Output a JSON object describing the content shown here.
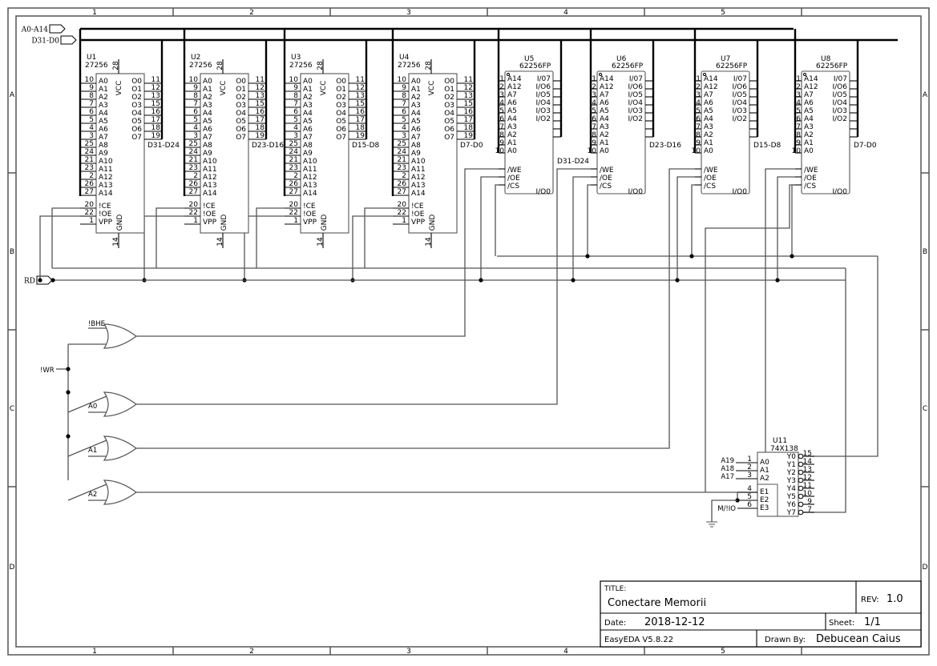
{
  "sheet": {
    "columns": [
      "1",
      "2",
      "3",
      "4",
      "5"
    ],
    "rows": [
      "A",
      "B",
      "C",
      "D"
    ]
  },
  "ports": [
    {
      "name": "A0-A14"
    },
    {
      "name": "D31-D0"
    },
    {
      "name": "RD"
    }
  ],
  "eproms": [
    {
      "ref": "U1",
      "part": "27256",
      "bus_label": "D31-D24"
    },
    {
      "ref": "U2",
      "part": "27256",
      "bus_label": "D23-D16"
    },
    {
      "ref": "U3",
      "part": "27256",
      "bus_label": "D15-D8"
    },
    {
      "ref": "U4",
      "part": "27256",
      "bus_label": "D7-D0"
    }
  ],
  "eprom_pins": {
    "vcc": {
      "num": "28",
      "name": "VCC"
    },
    "gnd": {
      "num": "14",
      "name": "GND"
    },
    "address": [
      {
        "num": "10",
        "name": "A0"
      },
      {
        "num": "9",
        "name": "A1"
      },
      {
        "num": "8",
        "name": "A2"
      },
      {
        "num": "7",
        "name": "A3"
      },
      {
        "num": "6",
        "name": "A4"
      },
      {
        "num": "5",
        "name": "A5"
      },
      {
        "num": "4",
        "name": "A6"
      },
      {
        "num": "3",
        "name": "A7"
      },
      {
        "num": "25",
        "name": "A8"
      },
      {
        "num": "24",
        "name": "A9"
      },
      {
        "num": "21",
        "name": "A10"
      },
      {
        "num": "23",
        "name": "A11"
      },
      {
        "num": "2",
        "name": "A12"
      },
      {
        "num": "26",
        "name": "A13"
      },
      {
        "num": "27",
        "name": "A14"
      }
    ],
    "data": [
      {
        "num": "11",
        "name": "O0"
      },
      {
        "num": "12",
        "name": "O1"
      },
      {
        "num": "13",
        "name": "O2"
      },
      {
        "num": "15",
        "name": "O3"
      },
      {
        "num": "16",
        "name": "O4"
      },
      {
        "num": "17",
        "name": "O5"
      },
      {
        "num": "18",
        "name": "O6"
      },
      {
        "num": "19",
        "name": "O7"
      }
    ],
    "control": [
      {
        "num": "20",
        "name": "!CE"
      },
      {
        "num": "22",
        "name": "!OE"
      },
      {
        "num": "1",
        "name": "VPP"
      }
    ]
  },
  "srams": [
    {
      "ref": "U5",
      "part": "62256FP",
      "bus_label": "D31-D24"
    },
    {
      "ref": "U6",
      "part": "62256FP",
      "bus_label": "D23-D16"
    },
    {
      "ref": "U7",
      "part": "62256FP",
      "bus_label": "D15-D8"
    },
    {
      "ref": "U8",
      "part": "62256FP",
      "bus_label": "D7-D0"
    }
  ],
  "sram_pins": {
    "address": [
      {
        "num": "1",
        "name": "A14"
      },
      {
        "num": "2",
        "name": "A12"
      },
      {
        "num": "3",
        "name": "A7"
      },
      {
        "num": "4",
        "name": "A6"
      },
      {
        "num": "5",
        "name": "A5"
      },
      {
        "num": "6",
        "name": "A4"
      },
      {
        "num": "7",
        "name": "A3"
      },
      {
        "num": "8",
        "name": "A2"
      },
      {
        "num": "9",
        "name": "A1"
      },
      {
        "num": "10",
        "name": "A0"
      }
    ],
    "data": [
      "I/07",
      "I/O6",
      "I/O5",
      "I/O4",
      "I/O3",
      "I/O2",
      "",
      "I/O0"
    ],
    "control": [
      "/WE",
      "/OE",
      "/CS"
    ]
  },
  "gates": {
    "common_input": "!WR",
    "inputs": [
      "!BHE",
      "A0",
      "A1",
      "A2"
    ]
  },
  "decoder": {
    "ref": "U11",
    "part": "74X138",
    "inputs": [
      {
        "num": "1",
        "net": "A19",
        "name": "A0"
      },
      {
        "num": "2",
        "net": "A18",
        "name": "A1"
      },
      {
        "num": "3",
        "net": "A17",
        "name": "A2"
      }
    ],
    "enables": [
      {
        "num": "4",
        "name": "E1"
      },
      {
        "num": "5",
        "name": "E2"
      },
      {
        "num": "6",
        "name": "E3",
        "net": "M/!IO"
      }
    ],
    "outputs": [
      {
        "num": "15",
        "name": "Y0"
      },
      {
        "num": "14",
        "name": "Y1"
      },
      {
        "num": "13",
        "name": "Y2"
      },
      {
        "num": "12",
        "name": "Y3"
      },
      {
        "num": "11",
        "name": "Y4"
      },
      {
        "num": "10",
        "name": "Y5"
      },
      {
        "num": "9",
        "name": "Y6"
      },
      {
        "num": "7",
        "name": "Y7"
      }
    ]
  },
  "title_block": {
    "title_label": "TITLE:",
    "title": "Conectare Memorii",
    "rev_label": "REV:",
    "rev": "1.0",
    "date_label": "Date:",
    "date": "2018-12-12",
    "sheet_label": "Sheet:",
    "sheet": "1/1",
    "software": "EasyEDA V5.8.22",
    "drawn_by_label": "Drawn By:",
    "drawn_by": "Debucean Caius"
  }
}
